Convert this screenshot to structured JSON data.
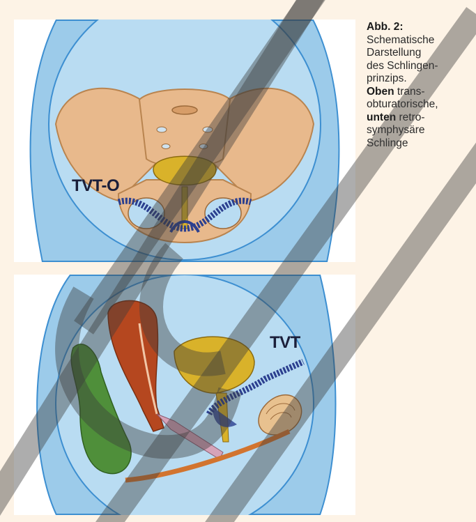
{
  "caption": {
    "title": "Abb. 2:",
    "line1": "Schematische",
    "line2": "Darstellung",
    "line3": "des Schlingen-",
    "line4": "prinzips.",
    "oben_bold": "Oben",
    "oben_rest": " trans-",
    "line6": "obturatorische,",
    "unten_bold": "unten",
    "unten_rest": " retro-",
    "line8": "symphysäre",
    "line9": "Schlinge"
  },
  "figure_top": {
    "label": "TVT-O"
  },
  "figure_bottom": {
    "label": "TVT"
  },
  "colors": {
    "background": "#fdf3e6",
    "body_blue": "#7fb9e3",
    "body_blue_dark": "#3d8fd1",
    "bone": "#e8b98c",
    "bladder": "#d9b22a",
    "uterus": "#b5471f",
    "rectum": "#4f8f3a",
    "sling": "#2b3f8f",
    "watermark": "#3c3c3c"
  }
}
